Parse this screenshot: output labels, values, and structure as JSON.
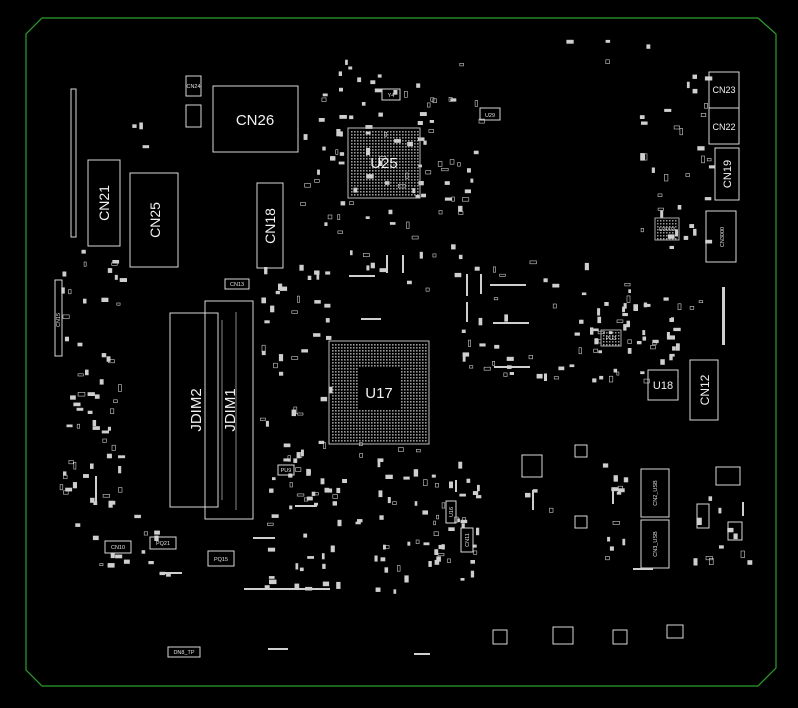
{
  "colors": {
    "background": "#000000",
    "outline": "#2e9e2e",
    "silkscreen": "#f0f0f0",
    "pad": "#cfcfcf",
    "bga": "#9a9a9a"
  },
  "labels": {
    "cn26": "CN26",
    "cn21": "CN21",
    "cn25": "CN25",
    "cn18": "CN18",
    "u25": "U25",
    "y4": "Y4",
    "u29": "U29",
    "cn23": "CN23",
    "cn22": "CN22",
    "cn19": "CN19",
    "cn3000": "CN3000",
    "u3003": "U3003",
    "cn24": "CN24",
    "cn13": "CN13",
    "cn15": "CN15",
    "jdim2": "JDIM2",
    "jdim1": "JDIM1",
    "u17": "U17",
    "pu3": "PU3",
    "u18": "U18",
    "cn12": "CN12",
    "pu9": "PU9",
    "u16": "U16",
    "cn11": "CN11",
    "cn2_usb": "CN2_USB",
    "cn3_usb": "CN3_USB",
    "cn10": "CN10",
    "pq21": "PQ21",
    "pq15": "PQ15",
    "dn8_tp": "DN8_TP"
  }
}
